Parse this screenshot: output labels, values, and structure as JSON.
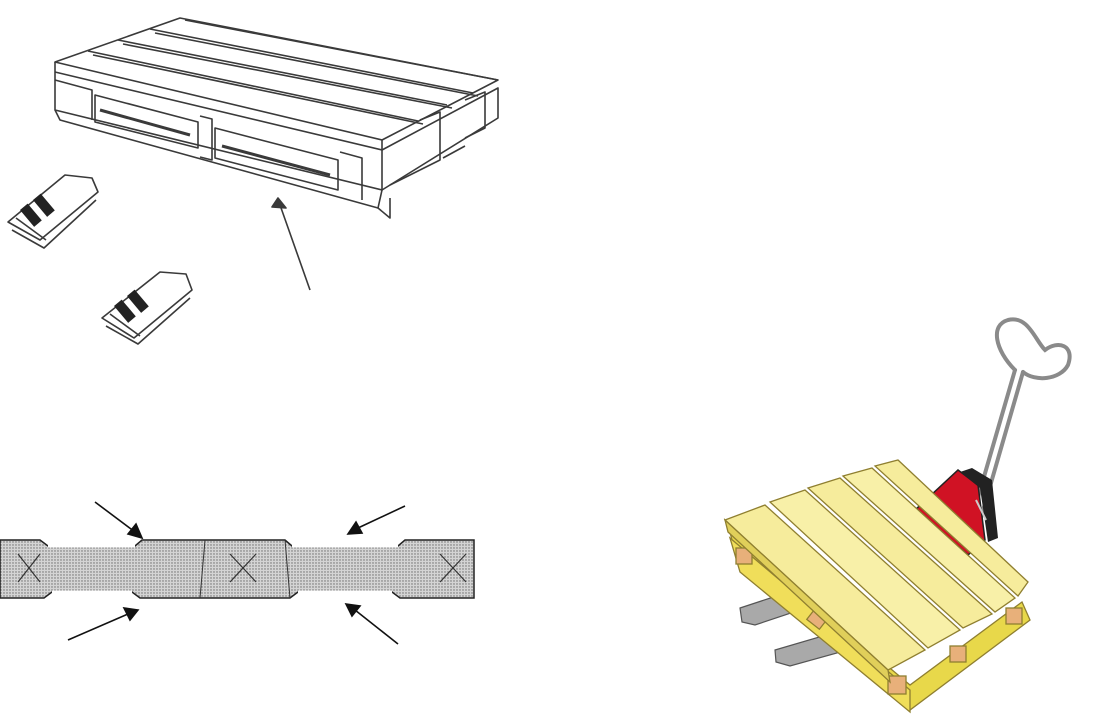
{
  "figures": [
    {
      "id": "pallet-with-forks",
      "kind": "line-drawing"
    },
    {
      "id": "board-cross-section",
      "kind": "line-drawing"
    },
    {
      "id": "pallet-truck-with-pallet",
      "kind": "color-illustration"
    }
  ],
  "colors": {
    "line": "#3a3a3a",
    "section_fill": "#c8c8c8",
    "wood": "#f6ec9c",
    "wood_edge": "#c9b862",
    "block": "#e8b07a",
    "fork": "#a9a9a9",
    "truck_red": "#d01224",
    "handle": "#8a8a8a"
  }
}
